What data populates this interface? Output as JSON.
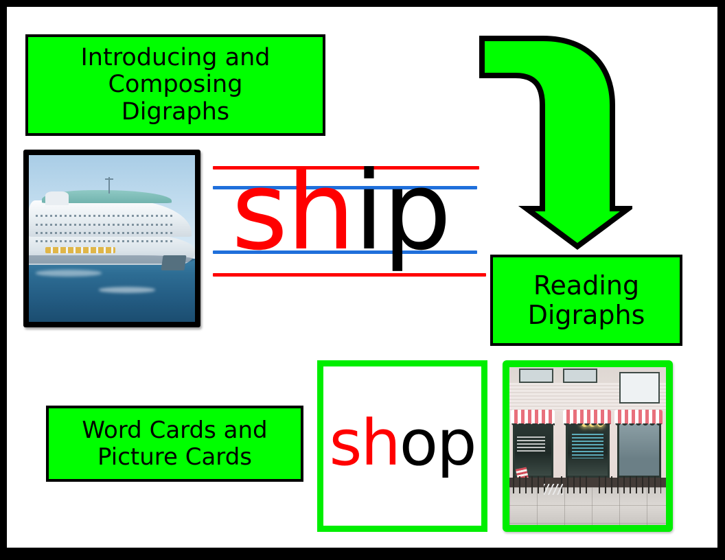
{
  "slide": {
    "type": "instructional-sequence-slide",
    "background_color": "#ffffff",
    "frame_color": "#000000",
    "accent_green": "#00ff00",
    "accent_red": "#ff0000",
    "rule_blue": "#1f6fdb"
  },
  "boxes": {
    "intro": {
      "label": "Introducing and\nComposing\nDigraphs",
      "fill": "#00ff00",
      "text_color": "#000000"
    },
    "reading": {
      "label": "Reading\nDigraphs",
      "fill": "#00ff00",
      "text_color": "#000000"
    },
    "word_cards": {
      "label": "Word Cards and\nPicture Cards",
      "fill": "#00ff00",
      "text_color": "#000000"
    }
  },
  "arrow": {
    "name": "bent-down-arrow",
    "fill": "#00ff00",
    "stroke": "#000000",
    "direction": "down"
  },
  "ship_example": {
    "photo_caption": "cruise ship photo",
    "word_digraph": "sh",
    "word_rest": "ip",
    "full_word": "ship",
    "digraph_color": "#ff0000",
    "rest_color": "#000000",
    "handwriting_lines": [
      {
        "name": "top-red-line",
        "color": "#ff0000"
      },
      {
        "name": "upper-blue-line",
        "color": "#1f6fdb"
      },
      {
        "name": "lower-blue-line",
        "color": "#1f6fdb"
      },
      {
        "name": "bottom-red-line",
        "color": "#ff0000"
      }
    ]
  },
  "shop_example": {
    "word_digraph": "sh",
    "word_rest": "op",
    "full_word": "shop",
    "digraph_color": "#ff0000",
    "rest_color": "#000000",
    "card_border_color": "#00ee00",
    "card_background": "#ffffff",
    "photo_caption": "storefront shop photo",
    "photo_border_color": "#00ee00"
  }
}
